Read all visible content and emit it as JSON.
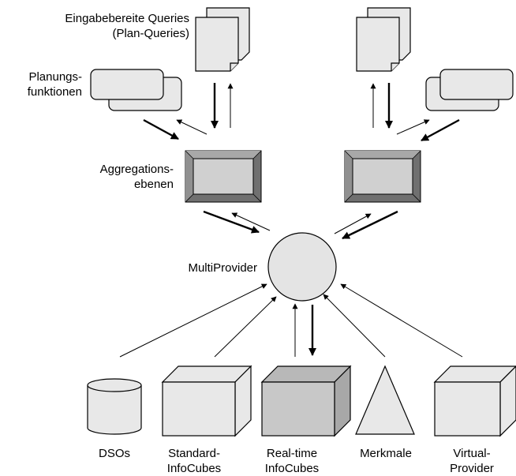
{
  "labels": {
    "queries": [
      "Eingabebereite Queries",
      "(Plan-Queries)"
    ],
    "planning_functions": [
      "Planungs-",
      "funktionen"
    ],
    "aggregation_levels": [
      "Aggregations-",
      "ebenen"
    ],
    "multiprovider": "MultiProvider",
    "dsos": "DSOs",
    "standard_infocubes": [
      "Standard-",
      "InfoCubes"
    ],
    "realtime_infocubes": [
      "Real-time",
      "InfoCubes"
    ],
    "merkmale": "Merkmale",
    "virtual_provider": [
      "Virtual-",
      "Provider"
    ]
  },
  "colors": {
    "shape_fill": "#e8e8e8",
    "realtime_fill": "#c8c8c8",
    "frame_dark": "#707070",
    "stroke": "#000000"
  }
}
